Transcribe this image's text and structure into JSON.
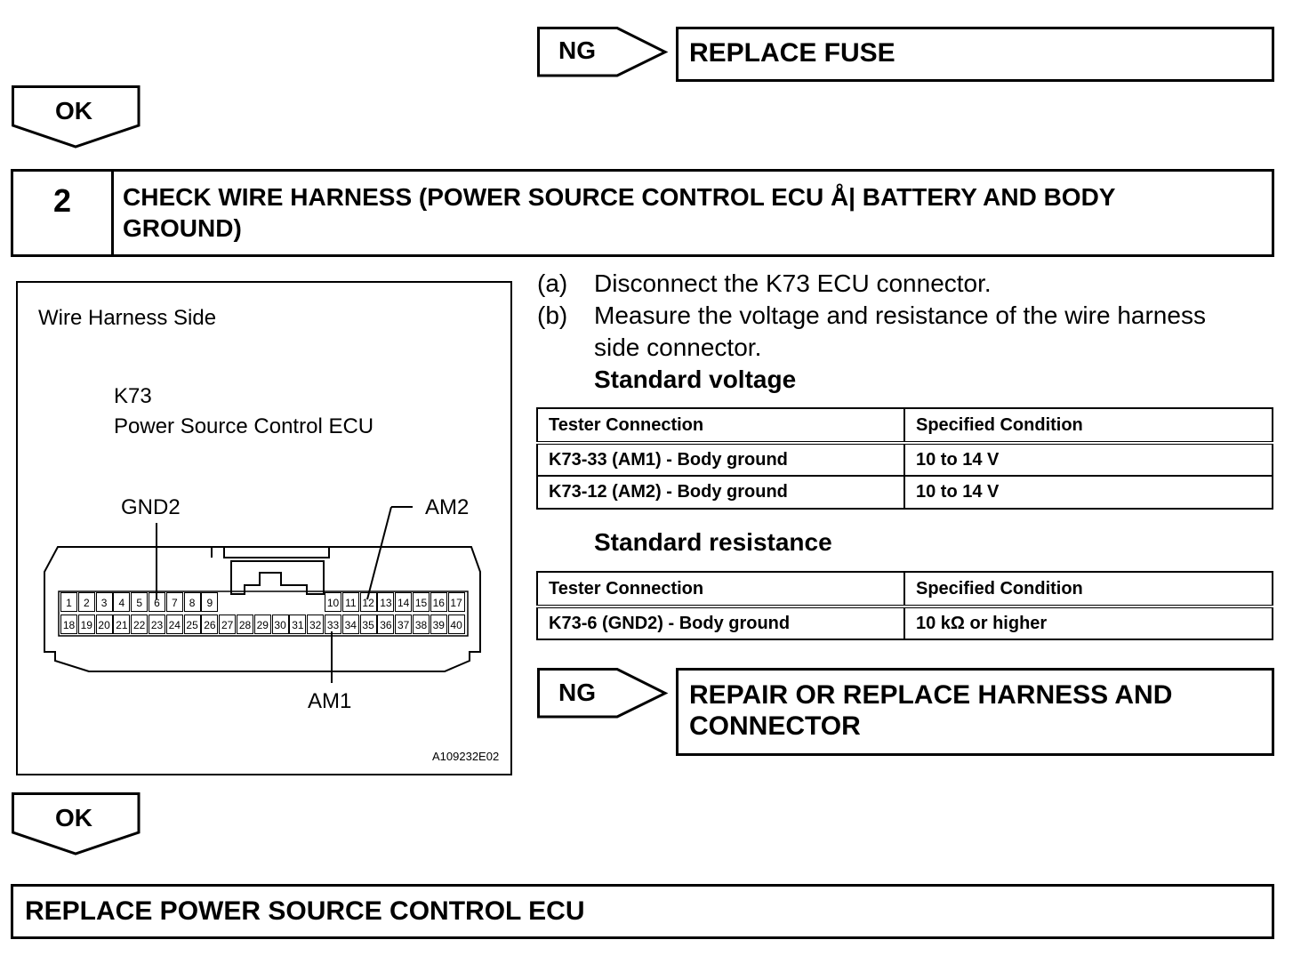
{
  "top_ng": {
    "label": "NG",
    "action": "REPLACE FUSE"
  },
  "ok1": {
    "label": "OK"
  },
  "step": {
    "number": "2",
    "title_line1": "CHECK WIRE HARNESS (POWER SOURCE CONTROL ECU Å| BATTERY AND BODY",
    "title_line2": "GROUND)"
  },
  "diagram": {
    "side_label": "Wire Harness Side",
    "connector_id": "K73",
    "connector_name": "Power Source Control ECU",
    "labels": {
      "gnd2": "GND2",
      "am2": "AM2",
      "am1": "AM1"
    },
    "code": "A109232E02",
    "pins_top_left": [
      "1",
      "2",
      "3",
      "4",
      "5",
      "6",
      "7",
      "8",
      "9"
    ],
    "pins_top_right": [
      "10",
      "11",
      "12",
      "13",
      "14",
      "15",
      "16",
      "17"
    ],
    "pins_bottom": [
      "18",
      "19",
      "20",
      "21",
      "22",
      "23",
      "24",
      "25",
      "26",
      "27",
      "28",
      "29",
      "30",
      "31",
      "32",
      "33",
      "34",
      "35",
      "36",
      "37",
      "38",
      "39",
      "40"
    ]
  },
  "instructions": {
    "a_marker": "(a)",
    "a_text": "Disconnect the K73 ECU connector.",
    "b_marker": "(b)",
    "b_text_line1": "Measure the voltage and resistance of the wire harness",
    "b_text_line2": "side connector."
  },
  "voltage": {
    "heading": "Standard voltage",
    "col1": "Tester Connection",
    "col2": "Specified Condition",
    "rows": [
      {
        "conn": "K73-33 (AM1) - Body ground",
        "cond": "10 to 14 V"
      },
      {
        "conn": "K73-12 (AM2) - Body ground",
        "cond": "10 to 14 V"
      }
    ]
  },
  "resistance": {
    "heading": "Standard resistance",
    "col1": "Tester Connection",
    "col2": "Specified Condition",
    "rows": [
      {
        "conn": "K73-6 (GND2) - Body ground",
        "cond": "10 kΩ or higher"
      }
    ]
  },
  "mid_ng": {
    "label": "NG",
    "action_line1": "REPAIR OR REPLACE HARNESS AND",
    "action_line2": "CONNECTOR"
  },
  "ok2": {
    "label": "OK"
  },
  "final": {
    "action": "REPLACE POWER SOURCE CONTROL ECU"
  }
}
